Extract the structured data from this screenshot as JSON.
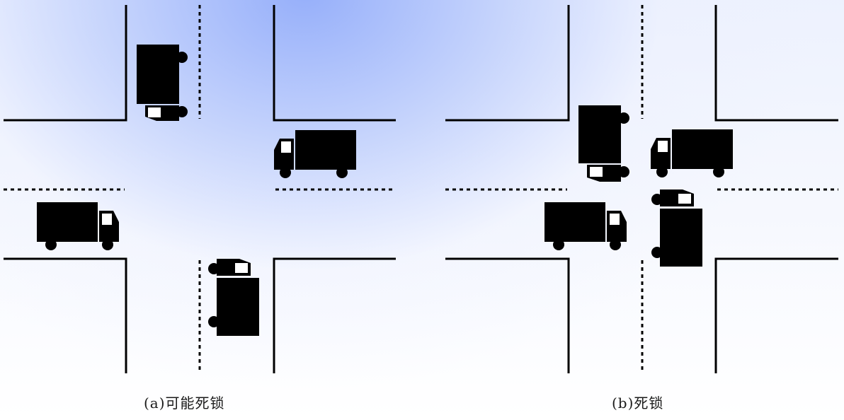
{
  "figure": {
    "panels": [
      {
        "id": "a",
        "caption": "(a)可能死锁"
      },
      {
        "id": "b",
        "caption": "(b)死锁"
      }
    ]
  },
  "colors": {
    "road_line": "#000000",
    "truck": "#000000",
    "window": "#ffffff",
    "gradient_accent": "#96aff9"
  },
  "icons": [
    "truck-icon"
  ]
}
